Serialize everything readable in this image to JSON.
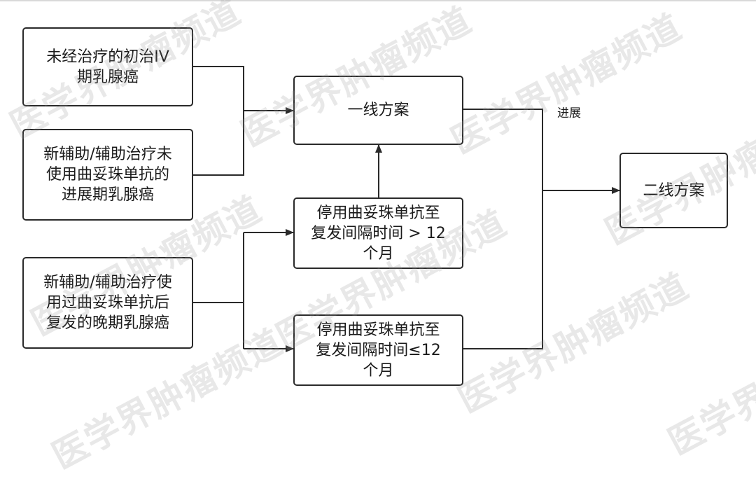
{
  "nodes": {
    "untreated_stage4": "未经治疗的初治IV\n期乳腺癌",
    "progressed_after_trastuzumab": "新辅助/辅助治疗未\n使用曲妥珠单抗的\n进展期乳腺癌",
    "relapsed_after_trastuzumab": "新辅助/辅助治疗使\n用过曲妥珠单抗后\n复发的晚期乳腺癌",
    "first_line": "一线方案",
    "interval_over_12": "停用曲妥珠单抗至\n复发间隔时间 > 12\n个月",
    "interval_under_12": "停用曲妥珠单抗至\n复发间隔时间≤12\n个月",
    "second_line": "二线方案"
  },
  "edge_labels": {
    "progression": "进展"
  },
  "watermark": "医学界肿瘤频道"
}
